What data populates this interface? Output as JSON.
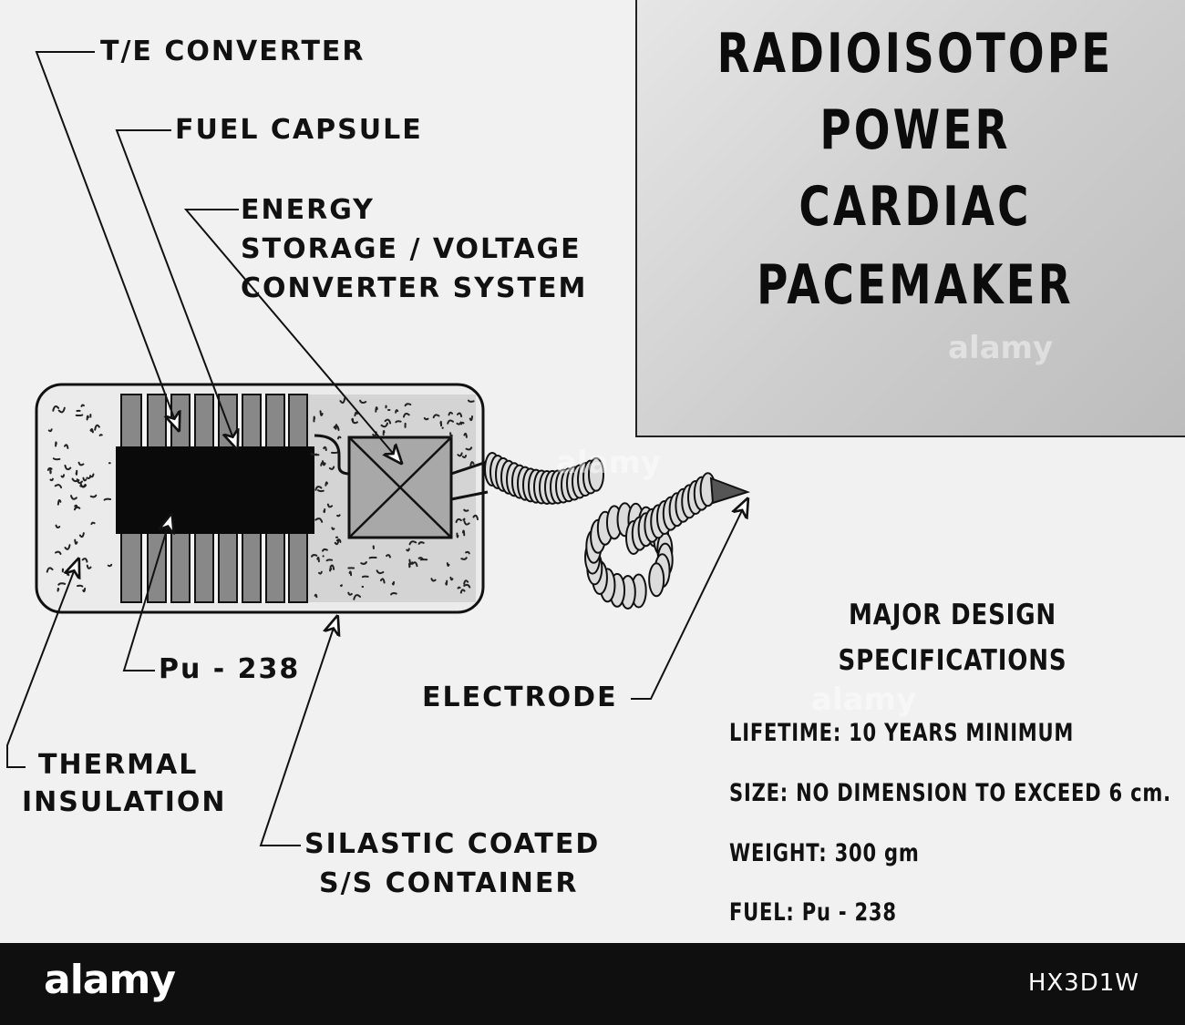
{
  "title": [
    "RADIOISOTOPE",
    "POWER",
    "CARDIAC",
    "PACEMAKER"
  ],
  "labels": {
    "te_converter": "T/E CONVERTER",
    "fuel_capsule": "FUEL CAPSULE",
    "energy_storage": [
      "ENERGY",
      "STORAGE / VOLTAGE",
      "CONVERTER SYSTEM"
    ],
    "pu238": "Pu - 238",
    "thermal_insulation": [
      "THERMAL",
      "INSULATION"
    ],
    "container": [
      "SILASTIC COATED",
      "S/S CONTAINER"
    ],
    "electrode": "ELECTRODE"
  },
  "specs": {
    "heading": [
      "MAJOR DESIGN",
      "SPECIFICATIONS"
    ],
    "lines": [
      "LIFETIME: 10 YEARS MINIMUM",
      "SIZE: NO DIMENSION TO EXCEED 6 cm.",
      "WEIGHT: 300 gm",
      "FUEL: Pu - 238"
    ]
  },
  "footer": {
    "brand": "alamy",
    "image_id": "HX3D1W"
  },
  "watermark": "alamy",
  "colors": {
    "background": "#f1f1f1",
    "title_box": "#cfcfcf",
    "ink": "#111111",
    "footer": "#0f0f0f",
    "fuel_block": "#0a0a0a",
    "fin": "#8a8a8a"
  }
}
